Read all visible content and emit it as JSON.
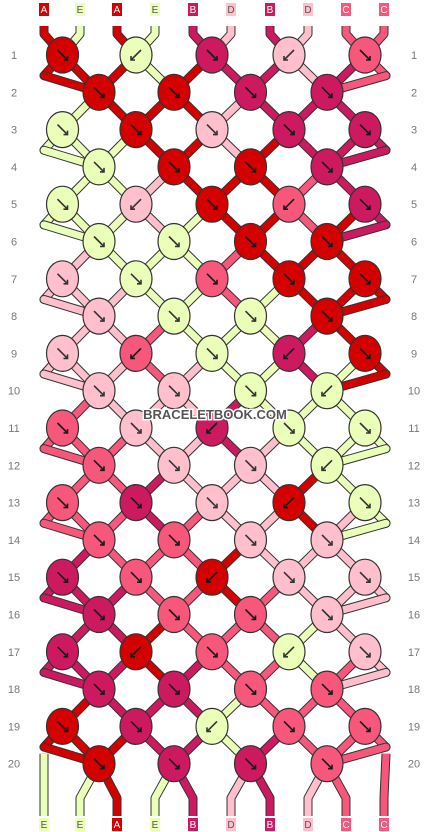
{
  "watermark": "BRACELETBOOK.COM",
  "colors": {
    "A": "#d40000",
    "E": "#eaffb8",
    "B": "#cc1960",
    "D": "#ffbfcc",
    "C": "#f7577a"
  },
  "top_labels": [
    "A",
    "E",
    "A",
    "E",
    "B",
    "D",
    "B",
    "D",
    "C",
    "C"
  ],
  "bottom_labels": [
    "E",
    "E",
    "A",
    "E",
    "B",
    "D",
    "B",
    "D",
    "C",
    "C"
  ],
  "row_numbers": [
    "1",
    "2",
    "3",
    "4",
    "5",
    "6",
    "7",
    "8",
    "9",
    "10",
    "11",
    "12",
    "13",
    "14",
    "15",
    "16",
    "17",
    "18",
    "19",
    "20"
  ],
  "knots": [
    [
      {
        "c": "A",
        "d": "r"
      },
      {
        "c": "E",
        "d": "l"
      },
      {
        "c": "B",
        "d": "r"
      },
      {
        "c": "D",
        "d": "l"
      },
      {
        "c": "C",
        "d": "r"
      }
    ],
    [
      {
        "c": "A",
        "d": "r"
      },
      {
        "c": "A",
        "d": "r"
      },
      {
        "c": "B",
        "d": "r"
      },
      {
        "c": "B",
        "d": "r"
      }
    ],
    [
      {
        "c": "E",
        "d": "r"
      },
      {
        "c": "A",
        "d": "r"
      },
      {
        "c": "D",
        "d": "r"
      },
      {
        "c": "B",
        "d": "r"
      },
      {
        "c": "B",
        "d": "r"
      }
    ],
    [
      {
        "c": "E",
        "d": "r"
      },
      {
        "c": "A",
        "d": "r"
      },
      {
        "c": "A",
        "d": "r"
      },
      {
        "c": "B",
        "d": "r"
      }
    ],
    [
      {
        "c": "E",
        "d": "r"
      },
      {
        "c": "D",
        "d": "l"
      },
      {
        "c": "A",
        "d": "r"
      },
      {
        "c": "C",
        "d": "l"
      },
      {
        "c": "B",
        "d": "r"
      }
    ],
    [
      {
        "c": "E",
        "d": "r"
      },
      {
        "c": "E",
        "d": "r"
      },
      {
        "c": "A",
        "d": "r"
      },
      {
        "c": "A",
        "d": "r"
      }
    ],
    [
      {
        "c": "D",
        "d": "r"
      },
      {
        "c": "E",
        "d": "r"
      },
      {
        "c": "C",
        "d": "r"
      },
      {
        "c": "A",
        "d": "r"
      },
      {
        "c": "A",
        "d": "r"
      }
    ],
    [
      {
        "c": "D",
        "d": "r"
      },
      {
        "c": "E",
        "d": "r"
      },
      {
        "c": "E",
        "d": "r"
      },
      {
        "c": "A",
        "d": "r"
      }
    ],
    [
      {
        "c": "D",
        "d": "r"
      },
      {
        "c": "C",
        "d": "l"
      },
      {
        "c": "E",
        "d": "r"
      },
      {
        "c": "B",
        "d": "l"
      },
      {
        "c": "A",
        "d": "r"
      }
    ],
    [
      {
        "c": "D",
        "d": "r"
      },
      {
        "c": "D",
        "d": "r"
      },
      {
        "c": "E",
        "d": "r"
      },
      {
        "c": "E",
        "d": "l"
      }
    ],
    [
      {
        "c": "C",
        "d": "r"
      },
      {
        "c": "D",
        "d": "r"
      },
      {
        "c": "B",
        "d": "l"
      },
      {
        "c": "E",
        "d": "r"
      },
      {
        "c": "E",
        "d": "r"
      }
    ],
    [
      {
        "c": "C",
        "d": "r"
      },
      {
        "c": "D",
        "d": "r"
      },
      {
        "c": "D",
        "d": "r"
      },
      {
        "c": "E",
        "d": "l"
      }
    ],
    [
      {
        "c": "C",
        "d": "r"
      },
      {
        "c": "B",
        "d": "r"
      },
      {
        "c": "D",
        "d": "r"
      },
      {
        "c": "A",
        "d": "l"
      },
      {
        "c": "E",
        "d": "r"
      }
    ],
    [
      {
        "c": "C",
        "d": "r"
      },
      {
        "c": "C",
        "d": "r"
      },
      {
        "c": "D",
        "d": "r"
      },
      {
        "c": "D",
        "d": "r"
      }
    ],
    [
      {
        "c": "B",
        "d": "r"
      },
      {
        "c": "C",
        "d": "r"
      },
      {
        "c": "A",
        "d": "l"
      },
      {
        "c": "D",
        "d": "r"
      },
      {
        "c": "D",
        "d": "r"
      }
    ],
    [
      {
        "c": "B",
        "d": "r"
      },
      {
        "c": "C",
        "d": "r"
      },
      {
        "c": "C",
        "d": "r"
      },
      {
        "c": "D",
        "d": "r"
      }
    ],
    [
      {
        "c": "B",
        "d": "r"
      },
      {
        "c": "A",
        "d": "l"
      },
      {
        "c": "C",
        "d": "r"
      },
      {
        "c": "E",
        "d": "l"
      },
      {
        "c": "D",
        "d": "r"
      }
    ],
    [
      {
        "c": "B",
        "d": "r"
      },
      {
        "c": "B",
        "d": "r"
      },
      {
        "c": "C",
        "d": "r"
      },
      {
        "c": "C",
        "d": "r"
      }
    ],
    [
      {
        "c": "A",
        "d": "r"
      },
      {
        "c": "B",
        "d": "r"
      },
      {
        "c": "E",
        "d": "l"
      },
      {
        "c": "C",
        "d": "r"
      },
      {
        "c": "C",
        "d": "r"
      }
    ],
    [
      {
        "c": "A",
        "d": "r"
      },
      {
        "c": "B",
        "d": "r"
      },
      {
        "c": "B",
        "d": "r"
      },
      {
        "c": "C",
        "d": "r"
      }
    ]
  ]
}
